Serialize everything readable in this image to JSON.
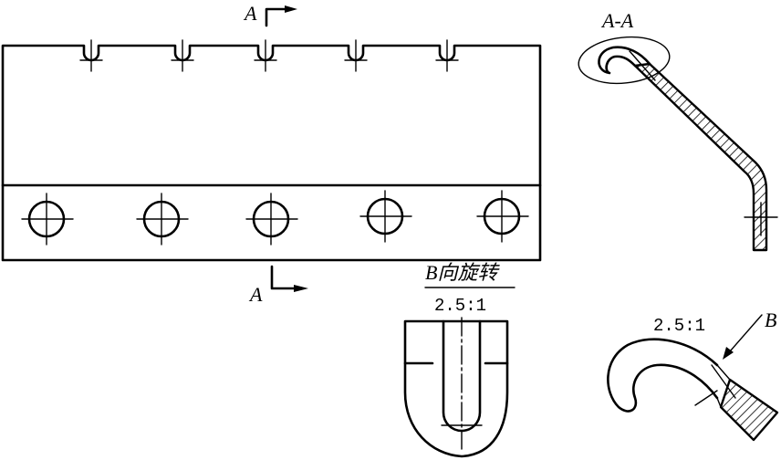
{
  "labels": {
    "section_marker_top": "A",
    "section_marker_bottom": "A",
    "section_title": "A-A",
    "view_b_title": "B向旋转",
    "view_b_scale": "2.5:1",
    "detail_scale": "2.5:1",
    "detail_arrow": "B"
  },
  "counts": {
    "tabs": 5,
    "holes": 5
  }
}
